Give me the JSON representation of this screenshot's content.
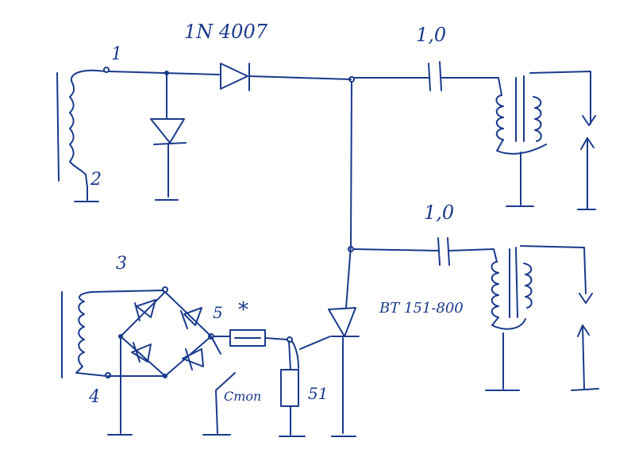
{
  "diagram": {
    "labels": {
      "diode_part": "1N 4007",
      "terminal_1": "1",
      "terminal_2": "2",
      "terminal_3": "3",
      "terminal_4": "4",
      "terminal_5": "5",
      "cap_top": "1,0",
      "cap_bottom": "1,0",
      "thyristor_part": "BT 151-800",
      "fuse_mark": "*",
      "resistor_value": "51",
      "stop_label": "Стоп"
    },
    "colors": {
      "ink": "#1a3a8c",
      "paper": "#ffffff"
    }
  }
}
